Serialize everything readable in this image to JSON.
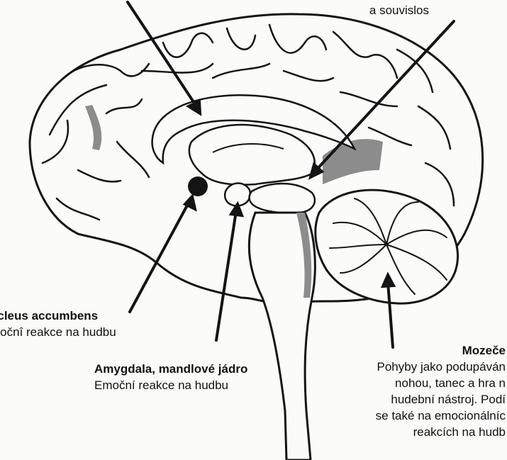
{
  "colors": {
    "ink": "#141414",
    "brain_fill": "#fbfbfa",
    "shade": "#8c8c8c",
    "background": "#fbfbfa"
  },
  "labels": {
    "nucleus_accumbens": {
      "title": "ucleus accumbens",
      "description": "močnî reakce na hudbu"
    },
    "amygdala": {
      "title": "Amygdala, mandlové jádro",
      "description": "Emoční reakce na hudbu"
    },
    "mozecek": {
      "title": "Mozeče",
      "lines": [
        "Pohyby jako podupáván",
        "nohou, tanec a hra n",
        "hudební nástroj. Podí",
        "se také na emocionálníc",
        "reakcích na hudb"
      ]
    },
    "top_right": {
      "text": "a souvislos"
    }
  }
}
